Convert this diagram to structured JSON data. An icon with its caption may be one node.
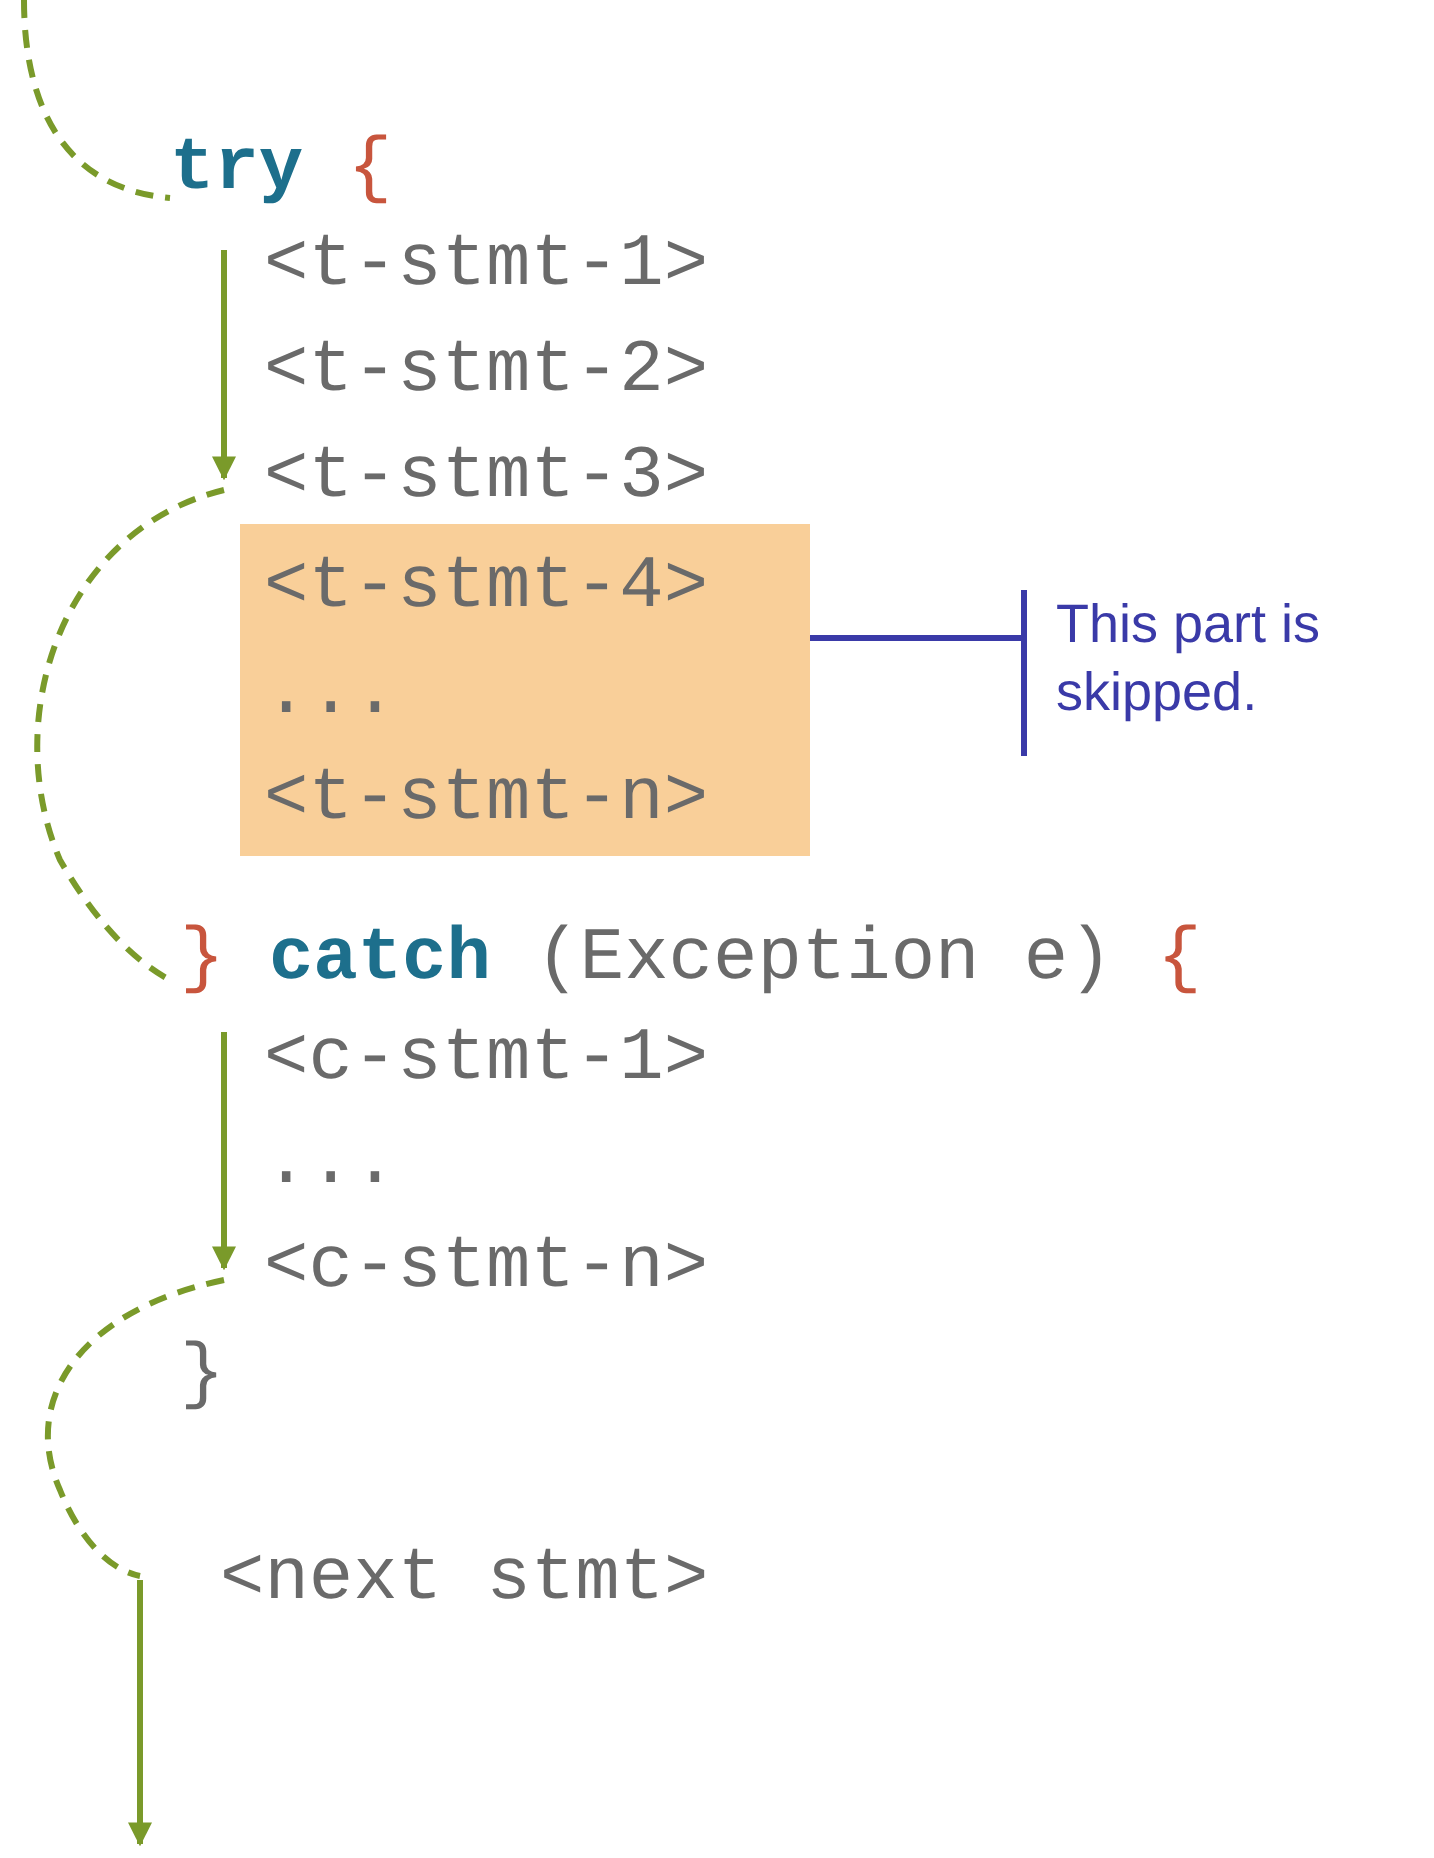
{
  "diagram": {
    "nodes": [
      {
        "text": [
          "try",
          "{"
        ]
      },
      {
        "text": [
          "<t-stmt-1>"
        ]
      },
      {
        "text": [
          "<t-stmt-2>"
        ]
      },
      {
        "text": [
          "<t-stmt-3>"
        ]
      },
      {
        "text": [
          "<t-stmt-4>",
          "...",
          "<t-stmt-n>"
        ]
      },
      {
        "text": [
          "}",
          "catch",
          "(Exception e)",
          "{"
        ]
      },
      {
        "text": [
          "<c-stmt-1>"
        ]
      },
      {
        "text": [
          "..."
        ]
      },
      {
        "text": [
          "<c-stmt-n>"
        ]
      },
      {
        "text": [
          "}"
        ]
      },
      {
        "text": [
          "<next stmt>"
        ]
      },
      {
        "text": [
          "This part is skipped."
        ]
      }
    ],
    "edges": [
      {
        "from": null,
        "to": 0,
        "arrow": "none",
        "style": "dashed"
      },
      {
        "from": 1,
        "to": 3,
        "arrow": "to"
      },
      {
        "from": 3,
        "to": 5,
        "arrow": "none",
        "style": "dashed"
      },
      {
        "from": 6,
        "to": 8,
        "arrow": "to"
      },
      {
        "from": 8,
        "to": 10,
        "arrow": "none",
        "style": "dashed"
      },
      {
        "from": 10,
        "to": null,
        "arrow": "to"
      },
      {
        "from": 11,
        "to": 4,
        "arrow": "none",
        "color": "#3a3aa8"
      }
    ]
  }
}
